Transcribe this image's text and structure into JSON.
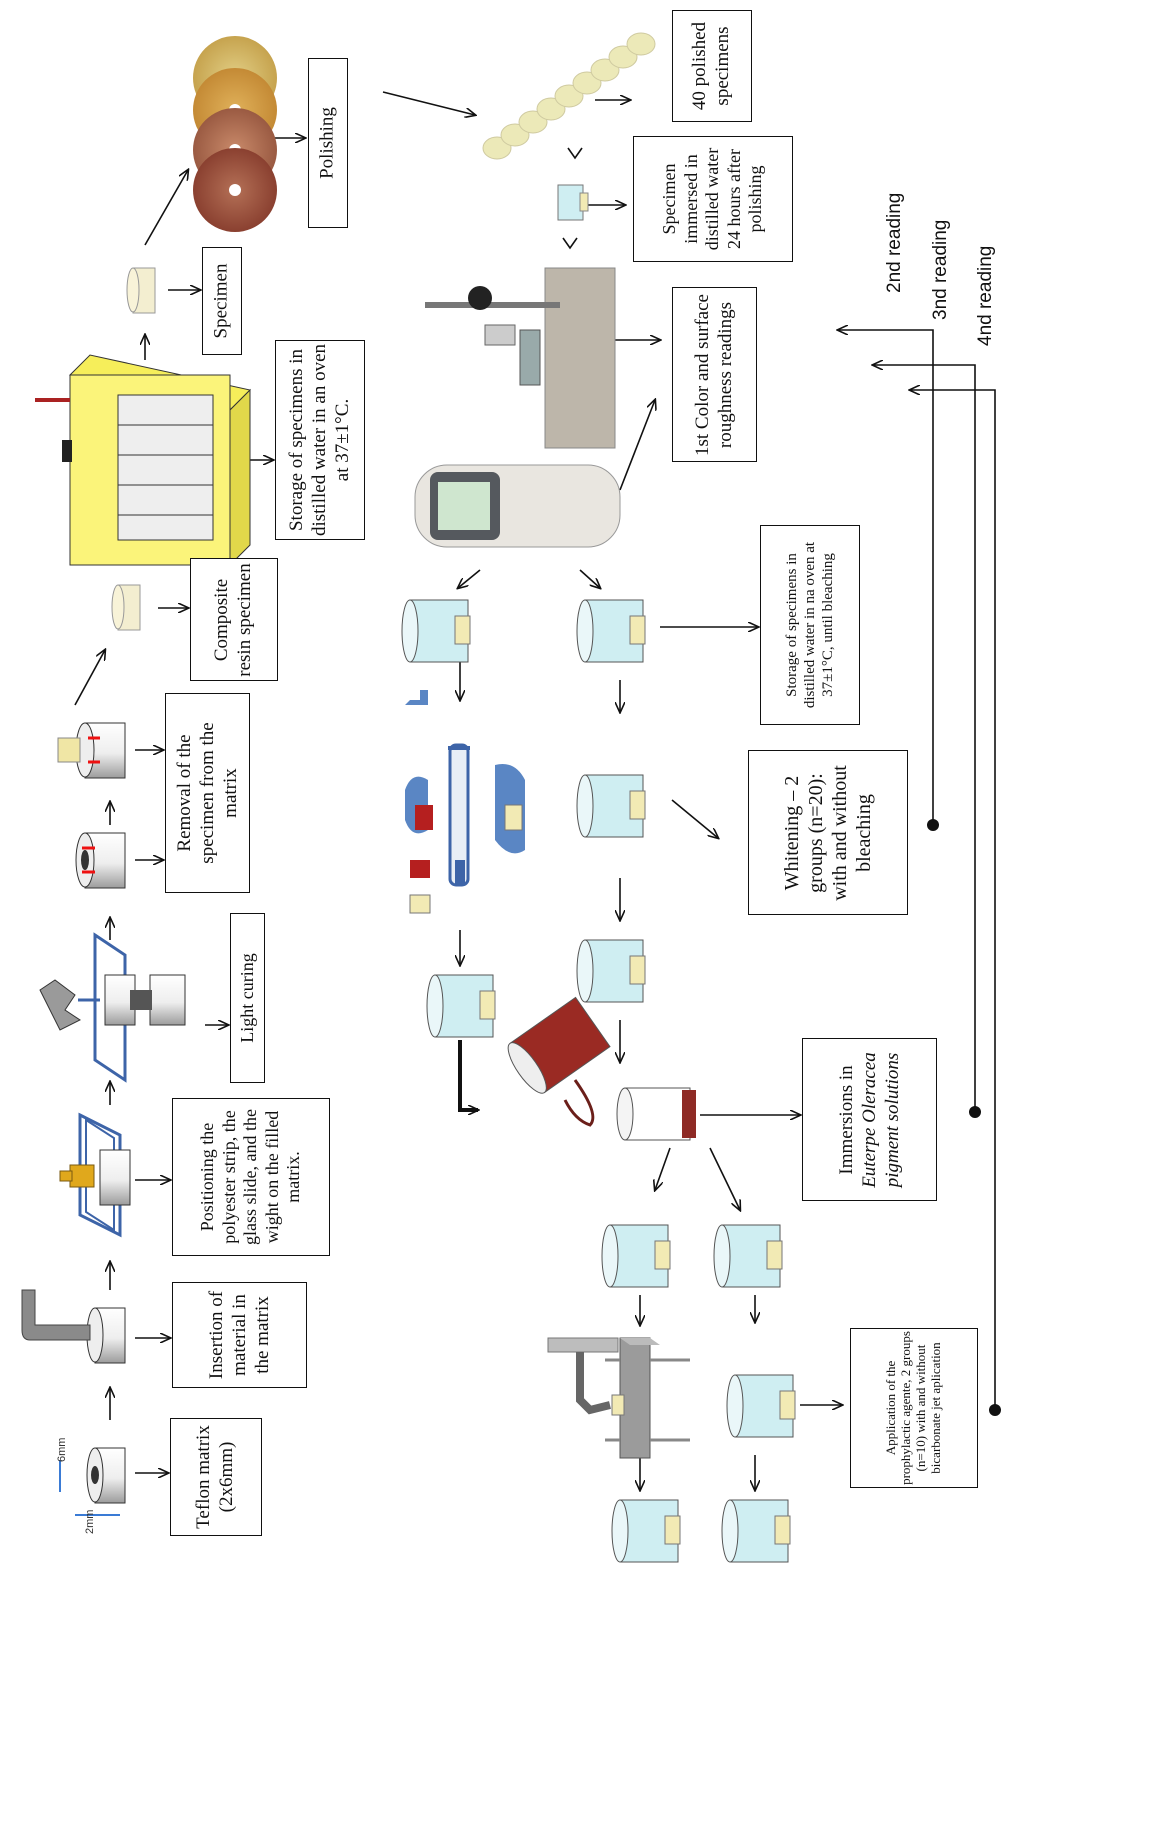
{
  "labels": {
    "teflon": "Teflon matrix (2x6mm)",
    "insertion": "Insertion of material in the matrix",
    "positioning": "Positioning the polyester strip, the glass slide, and the wight on the filled matrix.",
    "light_curing": "Light curing",
    "removal": "Removal of the specimen from the matrix",
    "composite": "Composite resin specimen",
    "storage1": "Storage of specimens in distilled water in an oven at 37±1°C.",
    "specimen": "Specimen",
    "polishing": "Polishing",
    "forty": "40 polished specimens",
    "immersed": "Specimen immersed in distilled water 24 hours after polishing",
    "first_reading": "1st Color and surface roughness readings",
    "storage2": "Storage of specimens in distilled water in na oven at 37±1°C, until bleaching",
    "whitening": "Whitening – 2 groups (n=20): with and without bleaching",
    "immersions_a": "Immersions in ",
    "immersions_b": "Euterpe Oleracea pigment solutions",
    "application": "Application of the prophylactic agente, 2 groups (n=10) with and without bicarbonate jet aplication",
    "r2": "2nd reading",
    "r3": "3nd reading",
    "r4": "4nd reading",
    "dim_6": "6mm",
    "dim_2": "2mm"
  },
  "colors": {
    "arrow": "#111111",
    "water": "#cfeef2",
    "specimen": "#f2eab4",
    "oven": "#fbf47a",
    "pigment": "#8e2a25",
    "blue_tray": "#5a86c4"
  }
}
